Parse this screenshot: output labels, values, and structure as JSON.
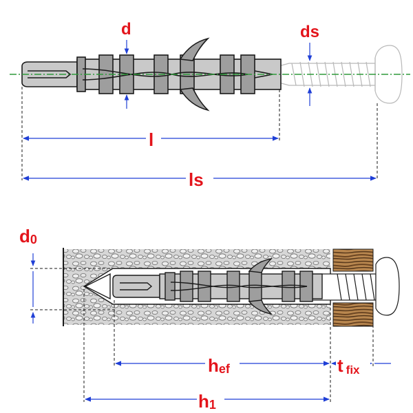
{
  "colors": {
    "label": "#e3141b",
    "dimension": "#1f3fd6",
    "axis": "#2e9a3a",
    "plastic": "#c9c9c9",
    "plastic_dark": "#8f8f8f",
    "outline": "#1a1a1a",
    "screw": "#ffffff",
    "concrete": "#d3d3d3",
    "wood_light": "#b8864e",
    "wood_dark": "#5a3a1c"
  },
  "labels": {
    "d": "d",
    "ds": "ds",
    "l": "l",
    "ls": "ls",
    "d0_main": "d",
    "d0_sub": "0",
    "hef_main": "h",
    "hef_sub": "ef",
    "tfix_main": "t",
    "tfix_sub": "fix",
    "h1_main": "h",
    "h1_sub": "1"
  },
  "icons": {
    "anchor": "wall-plug-anchor-icon",
    "screw": "screw-icon"
  }
}
